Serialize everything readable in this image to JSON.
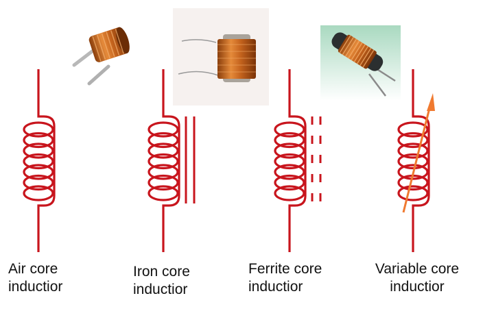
{
  "diagram": {
    "wire_color": "#c8151d",
    "arrow_color": "#f07a30",
    "inductors": [
      {
        "id": "air",
        "core": "air",
        "label_line1": "Air core",
        "label_line2": "inductior"
      },
      {
        "id": "iron",
        "core": "iron",
        "label_line1": "Iron core",
        "label_line2": "inductior"
      },
      {
        "id": "ferrite",
        "core": "ferrite",
        "label_line1": "Ferrite core",
        "label_line2": "inductior"
      },
      {
        "id": "variable",
        "core": "variable",
        "label_line1": "Variable core",
        "label_line2": "inductior"
      }
    ],
    "photos": [
      {
        "name": "air-core-inductor-photo",
        "desc": "copper air coil"
      },
      {
        "name": "iron-core-inductor-photo",
        "desc": "copper bobbin coil"
      },
      {
        "name": "ferrite-core-inductor-photo",
        "desc": "ferrite rod coil"
      }
    ]
  }
}
